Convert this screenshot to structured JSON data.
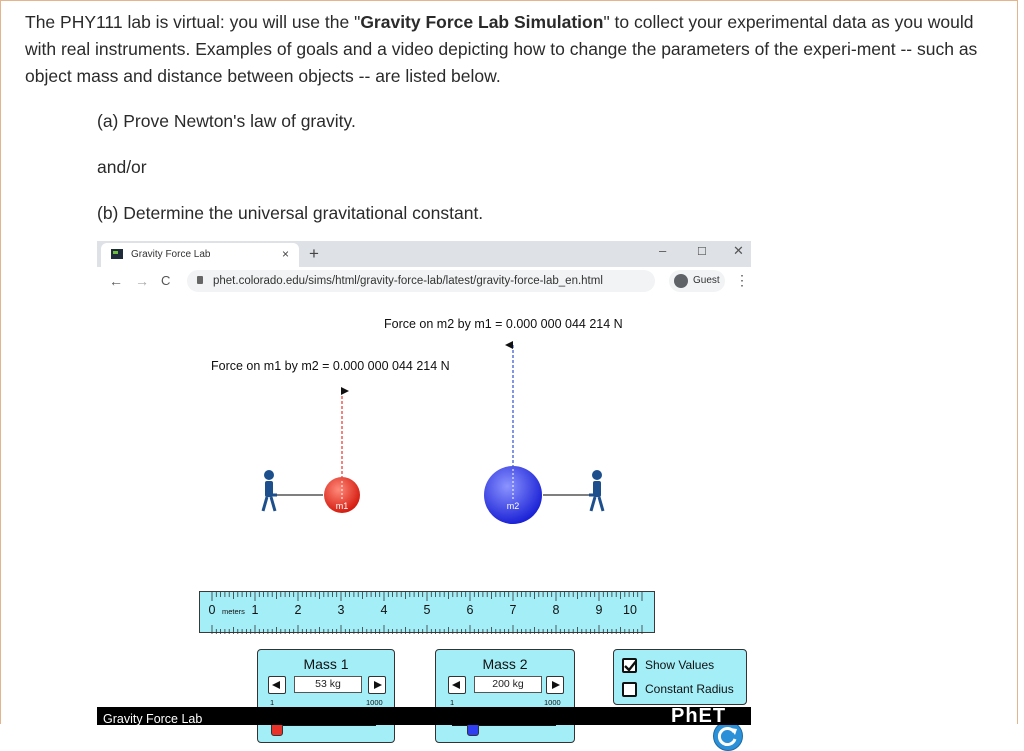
{
  "intro": {
    "part1": "The PHY111 lab is virtual: you will use the \"",
    "bold": "Gravity Force Lab Simulation",
    "part2": "\" to collect your experimental data as you would with real instruments. Examples of goals and a video depicting how to change the parameters of the experi-ment -- such as object mass and distance between objects -- are listed below."
  },
  "goals": {
    "a": "(a) Prove Newton's law of gravity.",
    "andor": "and/or",
    "b": "(b) Determine the universal gravitational constant."
  },
  "browser": {
    "tab_title": "Gravity Force Lab",
    "tab_close": "×",
    "new_tab": "+",
    "minimize": "–",
    "maximize": "☐",
    "close": "✕",
    "back": "←",
    "forward": "→",
    "reload": "C",
    "url": "phet.colorado.edu/sims/html/gravity-force-lab/latest/gravity-force-lab_en.html",
    "profile": "Guest",
    "menu": "⋮"
  },
  "sim": {
    "force_m2": "Force on m2 by m1 = 0.000 000 044 214 N",
    "force_m1": "Force on m1 by m2 = 0.000 000 044 214 N",
    "m1_label": "m1",
    "m2_label": "m2",
    "m1_color": "#e8322a",
    "m2_color": "#2f3ef0",
    "ruler": {
      "zero": "0",
      "unit": "meters",
      "labels": [
        "1",
        "2",
        "3",
        "4",
        "5",
        "6",
        "7",
        "8",
        "9",
        "10"
      ]
    },
    "mass1": {
      "title": "Mass 1",
      "value": "53 kg",
      "min": "1",
      "max": "1000",
      "fraction": 0.052
    },
    "mass2": {
      "title": "Mass 2",
      "value": "200 kg",
      "min": "1",
      "max": "1000",
      "fraction": 0.199
    },
    "options": {
      "show_values": "Show Values",
      "show_values_checked": true,
      "constant_radius": "Constant Radius",
      "constant_radius_checked": false
    },
    "bottom_title": "Gravity Force Lab",
    "brand": "PhET"
  }
}
